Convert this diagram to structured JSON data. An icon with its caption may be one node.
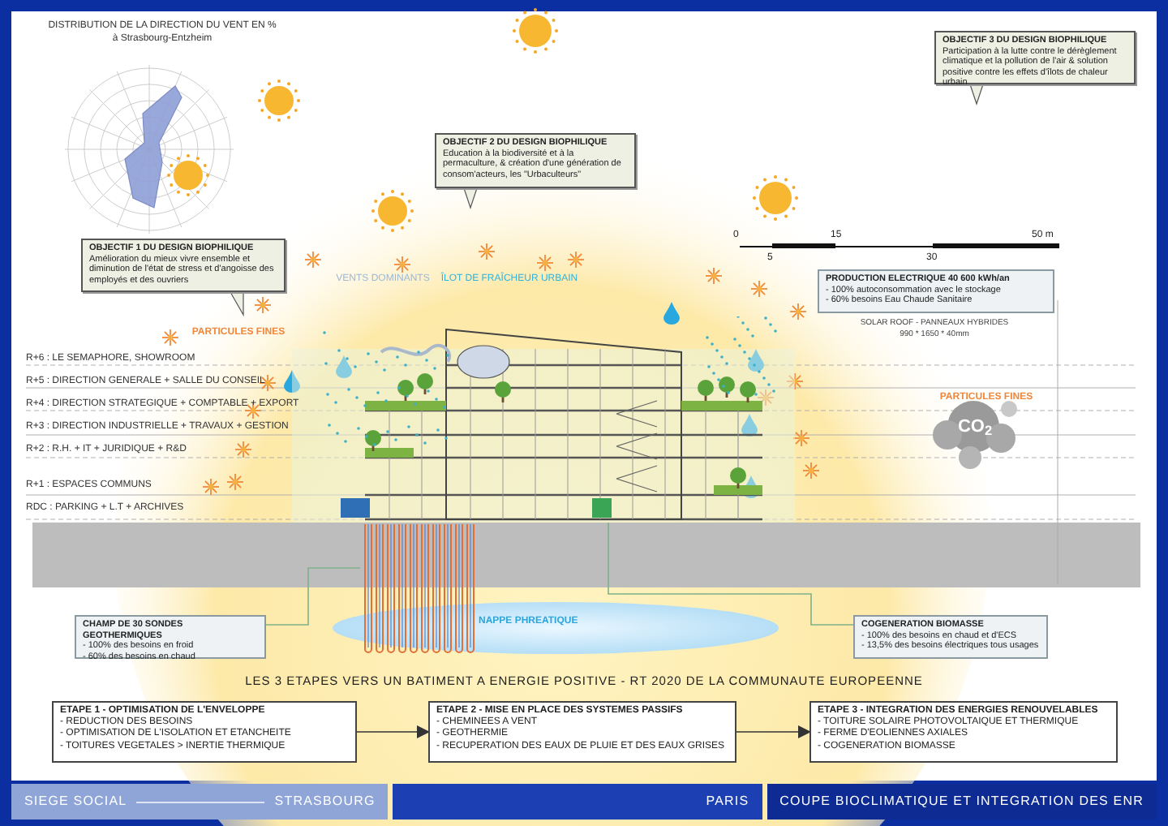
{
  "diagram": {
    "nodes": [
      {
        "text": [
          "OBJECTIF 1 DU DESIGN BIOPHILIQUE",
          "Amélioration du mieux vivre ensemble et diminution de l'état de stress et d'angoisse des employés et des ouvriers"
        ]
      },
      {
        "text": [
          "OBJECTIF 2 DU DESIGN BIOPHILIQUE",
          "Education à la biodiversité et à la permaculture, & création d'une génération de consom'acteurs, les \"Urbaculteurs\""
        ]
      },
      {
        "text": [
          "OBJECTIF 3 DU DESIGN BIOPHILIQUE",
          "Participation à la lutte contre le dérèglement climatique et la pollution de l'air & solution positive contre les effets d'îlots de chaleur urbain"
        ]
      },
      {
        "text": [
          "PRODUCTION ELECTRIQUE 40 600 kWh/an",
          "- 100% autoconsommation avec le stockage",
          "- 60% besoins Eau Chaude Sanitaire"
        ]
      },
      {
        "text": [
          "CHAMP DE 30 SONDES GEOTHERMIQUES",
          "- 100% des besoins en froid",
          "- 60% des besoins en chaud"
        ]
      },
      {
        "text": [
          "COGENERATION BIOMASSE",
          "- 100% des besoins en chaud et d'ECS",
          "- 13,5% des besoins électriques tous usages"
        ]
      },
      {
        "text": [
          "NAPPE PHREATIQUE"
        ]
      },
      {
        "text": [],
        "shape": "picture"
      },
      {
        "text": [],
        "shape": "picture"
      },
      {
        "text": [
          "ETAPE 1 - OPTIMISATION DE L'ENVELOPPE",
          "- REDUCTION DES BESOINS",
          "- OPTIMISATION DE L'ISOLATION ET ETANCHEITE",
          "- TOITURES VEGETALES > INERTIE THERMIQUE"
        ]
      },
      {
        "text": [
          "ETAPE 2 - MISE EN PLACE DES SYSTEMES PASSIFS",
          "- CHEMINEES A VENT",
          "- GEOTHERMIE",
          "- RECUPERATION DES EAUX DE PLUIE ET DES EAUX GRISES"
        ]
      },
      {
        "text": [
          "ETAPE 3 - INTEGRATION DES ENERGIES RENOUVELABLES",
          "- TOITURE SOLAIRE PHOTOVOLTAIQUE ET THERMIQUE",
          "- FERME D'EOLIENNES AXIALES",
          "- COGENERATION BIOMASSE"
        ]
      }
    ],
    "edges": [
      {
        "from": 4,
        "to": 8,
        "arrow": "none"
      },
      {
        "from": 5,
        "to": 7,
        "arrow": "none"
      },
      {
        "from": 9,
        "to": 10,
        "arrow": "to",
        "color": "#333333"
      },
      {
        "from": 10,
        "to": 11,
        "arrow": "to",
        "color": "#333333"
      }
    ],
    "labels": [
      "DISTRIBUTION DE LA DIRECTION DU VENT EN %",
      "à Strasbourg-Entzheim",
      "VENTS DOMINANTS",
      "ÎLOT DE FRAÎCHEUR URBAIN",
      "0",
      "5",
      "15",
      "30",
      "50 m",
      "PARTICULES FINES",
      "SOLAR ROOF - PANNEAUX HYBRIDES",
      "990 * 1650 * 40mm",
      "R+6 : LE SEMAPHORE, SHOWROOM",
      "R+5 : DIRECTION GENERALE + SALLE DU CONSEIL",
      "R+4 : DIRECTION STRATEGIQUE + COMPTABLE + EXPORT",
      "R+3 : DIRECTION INDUSTRIELLE + TRAVAUX + GESTION",
      "R+2 : R.H. + IT + JURIDIQUE + R&D",
      "PARTICULES FINES",
      "CO$_{2}$",
      "R+1 : ESPACES COMMUNS",
      "RDC : PARKING + L.T + ARCHIVES",
      "LES 3 ETAPES VERS UN BATIMENT A ENERGIE POSITIVE - RT 2020 DE LA COMMUNAUTE EUROPEENNE",
      "SIEGE SOCIAL",
      "STRASBOURG",
      "PARIS",
      "COUPE BIOCLIMATIQUE ET INTEGRATION DES ENR"
    ]
  }
}
